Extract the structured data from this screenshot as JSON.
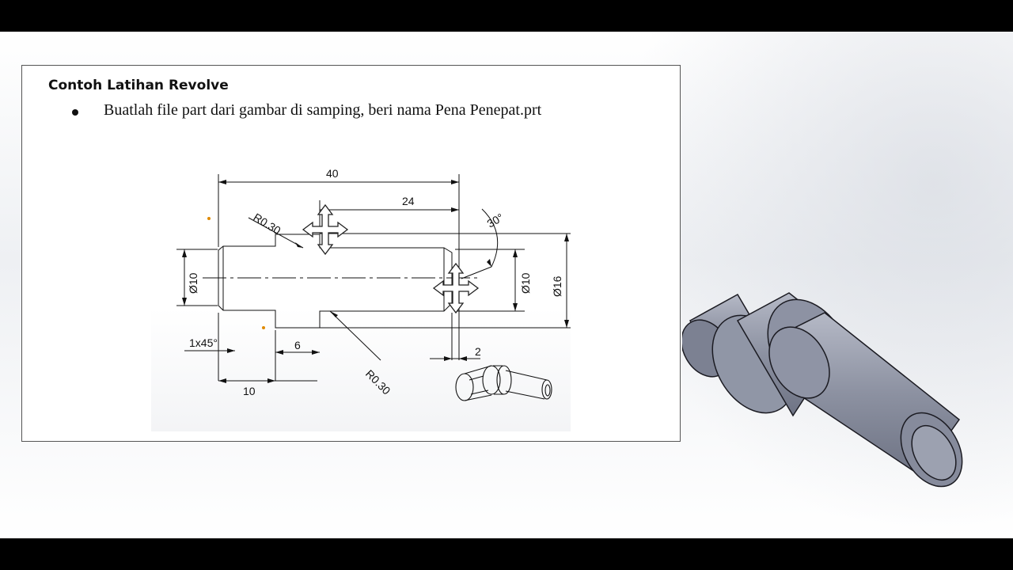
{
  "slide": {
    "title": "Contoh Latihan Revolve",
    "bullet": "Buatlah file part dari gambar di samping, beri nama Pena Penepat.prt"
  },
  "drawing": {
    "dim_total_length": "40",
    "dim_step_length": "24",
    "dim_angle": "30°",
    "dim_radius_top": "R0.30",
    "dim_radius_bottom": "R0.30",
    "dim_left_dia": "Ø10",
    "dim_right_dia": "Ø10",
    "dim_collar_dia": "Ø16",
    "dim_chamfer": "1x45°",
    "dim_collar_width": "6",
    "dim_left_length": "10",
    "dim_groove": "2"
  },
  "colors": {
    "viewport_top": "#ffffff",
    "viewport_mid": "#eef0f3",
    "part_gray": "#9aa0b0",
    "part_dark": "#4a4e5c",
    "triad_arrows": "#222222"
  },
  "icons": {
    "move_triad": "move-arrows-icon",
    "bullet": "bullet-dot-icon"
  }
}
